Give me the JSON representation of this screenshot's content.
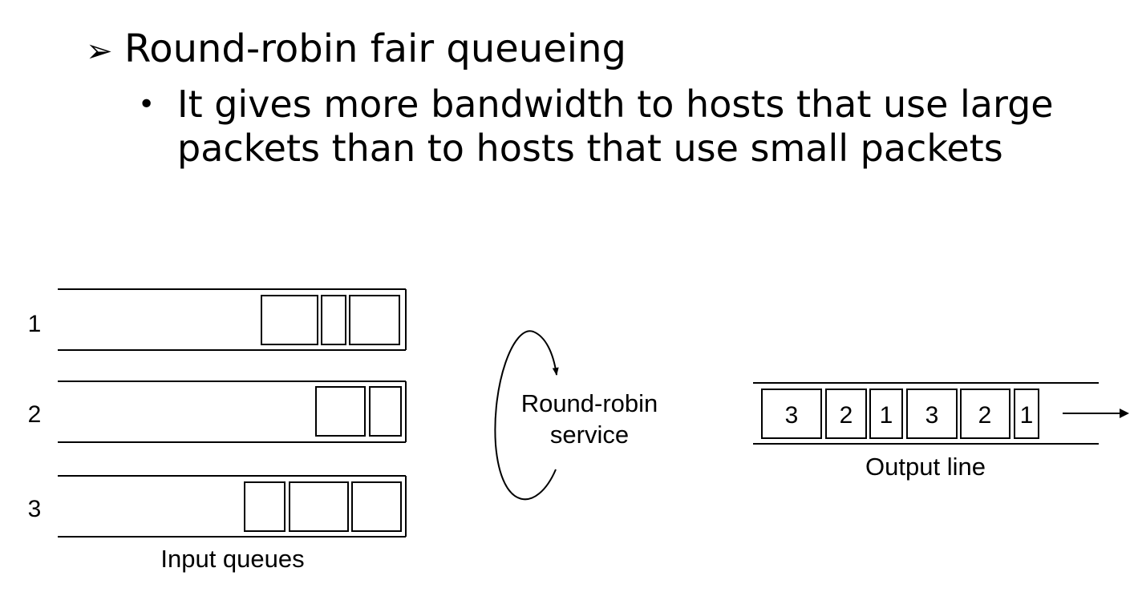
{
  "bullets": {
    "level1_marker": "➢",
    "level1_text": "Round-robin fair queueing",
    "level2_marker": "•",
    "level2_text": "It gives more bandwidth to hosts that use large packets than to hosts that use small packets"
  },
  "diagram": {
    "queue_labels": [
      "1",
      "2",
      "3"
    ],
    "input_queues_label": "Input queues",
    "service_label_line1": "Round-robin",
    "service_label_line2": "service",
    "output_packets": [
      "3",
      "2",
      "1",
      "3",
      "2",
      "1"
    ],
    "output_line_label": "Output line"
  }
}
